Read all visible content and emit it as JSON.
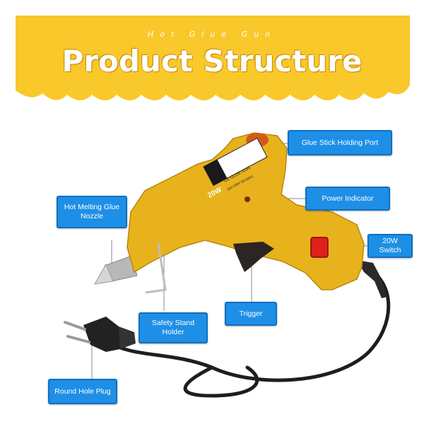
{
  "header": {
    "subtitle": "Hot Glue Gun",
    "title": "Product Structure",
    "background_color": "#f9c82a"
  },
  "product": {
    "label_wattage": "20W",
    "label_brand": "CE GLUE GUN",
    "label_spec": "110-240V 50-60Hz",
    "body_color": "#e8b21c",
    "switch_color": "#e0201c"
  },
  "callouts": {
    "glue_stick_port": "Glue Stick Holding Port",
    "power_indicator": "Power Indicator",
    "nozzle": "Hot Melting Glue Nozzle",
    "switch": "20W Switch",
    "safety_stand": "Safety Stand Holder",
    "trigger": "Trigger",
    "plug": "Round Hole Plug",
    "color": "#1e8fe6"
  }
}
